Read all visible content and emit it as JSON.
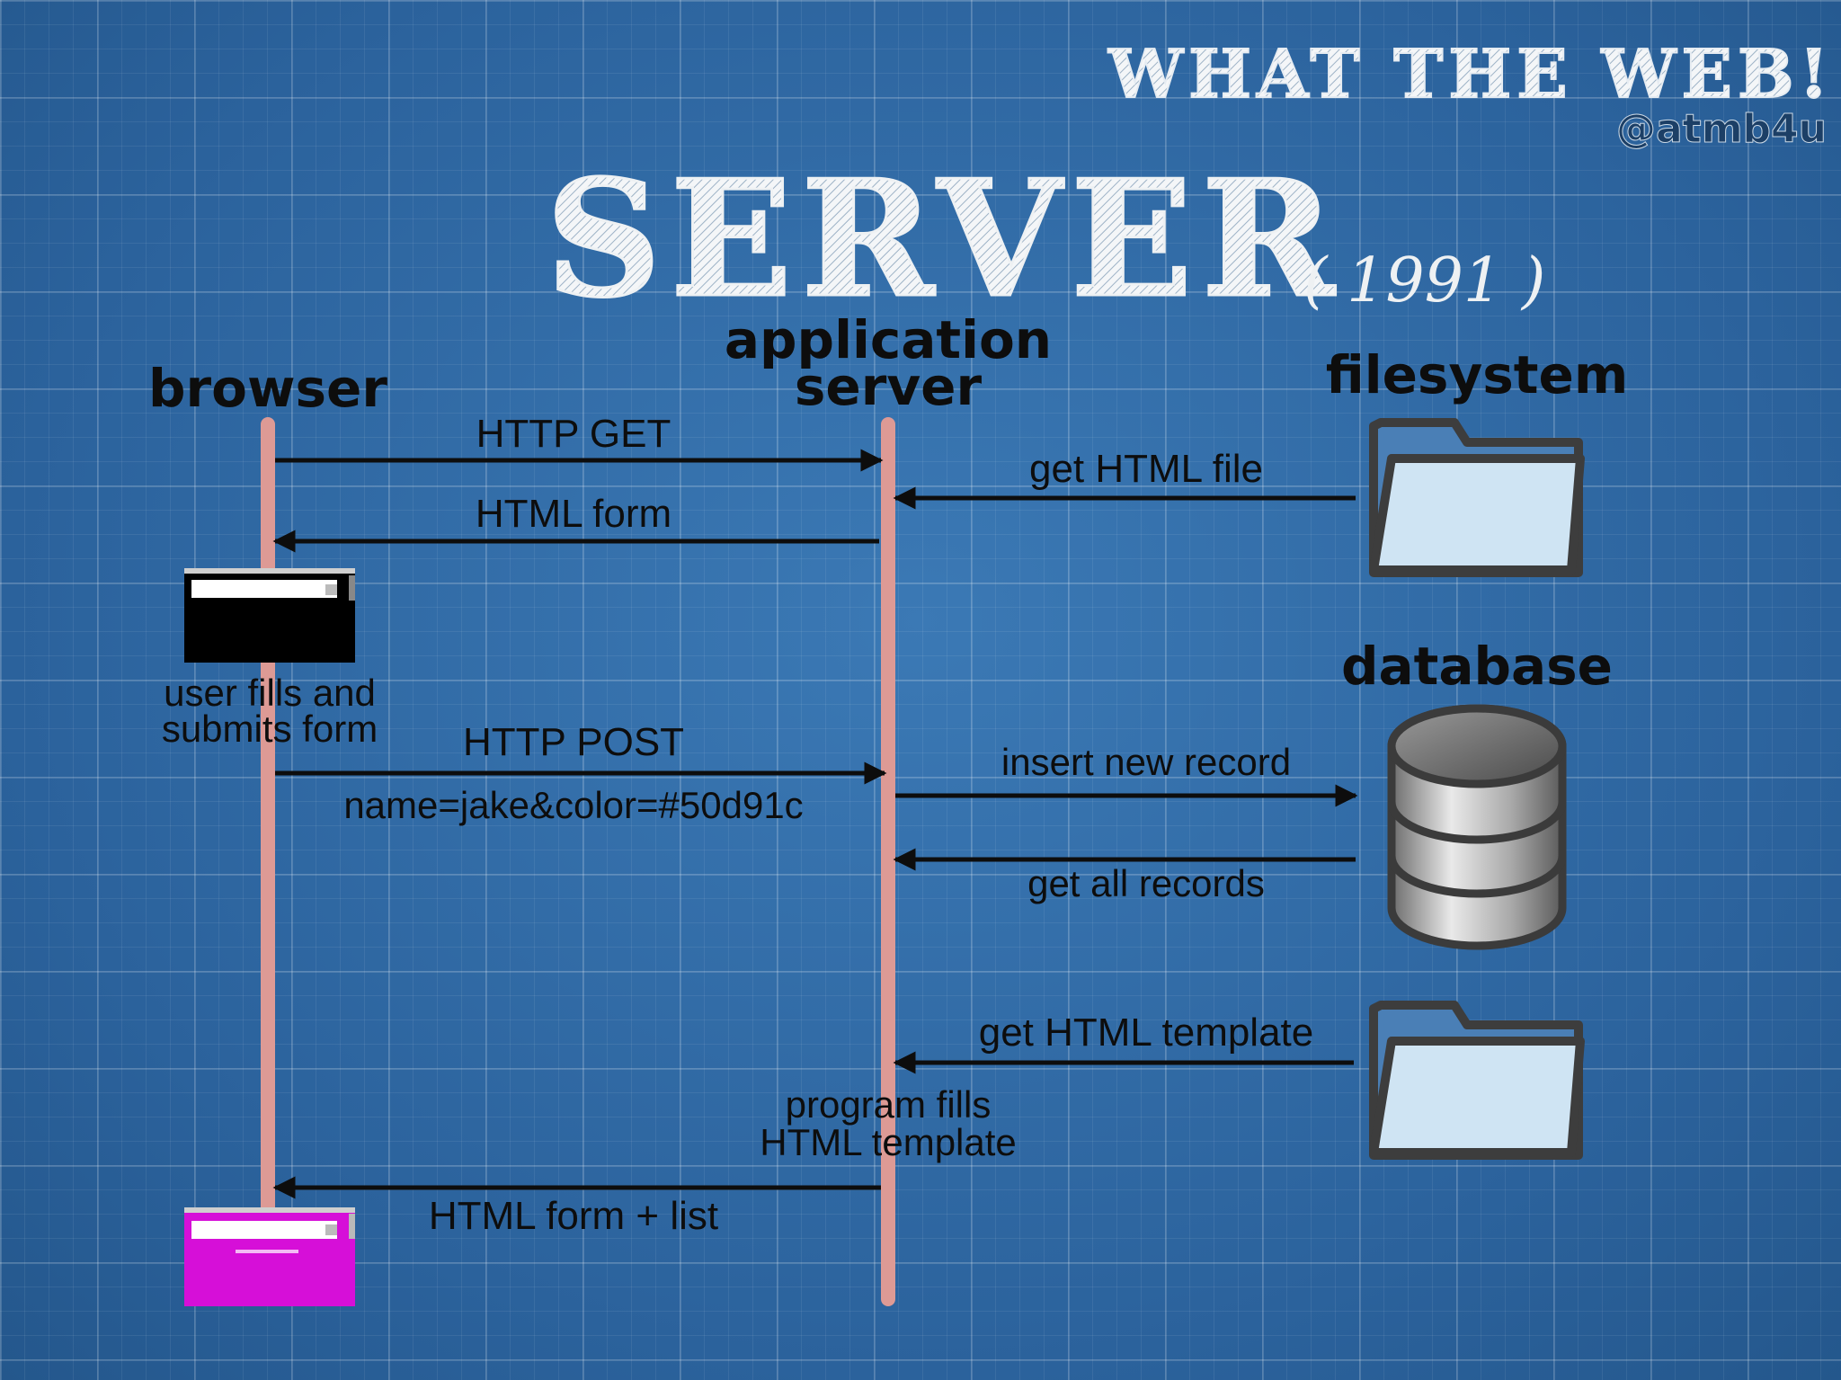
{
  "header": {
    "brand": "WHAT THE WEB!",
    "handle": "@atmb4u"
  },
  "title": {
    "main": "SERVER",
    "year": "( 1991 )"
  },
  "actors": {
    "browser": "browser",
    "app_server_line1": "application",
    "app_server_line2": "server",
    "filesystem": "filesystem",
    "database": "database"
  },
  "messages": {
    "http_get": "HTTP GET",
    "html_form": "HTML form",
    "get_html_file": "get HTML file",
    "user_fills_line1": "user fills and",
    "user_fills_line2": "submits form",
    "http_post": "HTTP POST",
    "post_body": "name=jake&color=#50d91c",
    "insert_record": "insert new record",
    "get_all_records": "get all records",
    "get_html_template": "get HTML template",
    "program_fills_line1": "program fills",
    "program_fills_line2": "HTML template",
    "html_form_list": "HTML form + list"
  },
  "colors": {
    "lifeline": "#dd9a95",
    "arrow": "#0d0d0d",
    "title_fill": "#eef1f3",
    "folder_frame": "#3d3d3d",
    "folder_body": "#4a7fb6",
    "folder_face": "#cfe4f3",
    "form_submit_bg": "#000000",
    "form_result_bg": "#d60fd8"
  }
}
